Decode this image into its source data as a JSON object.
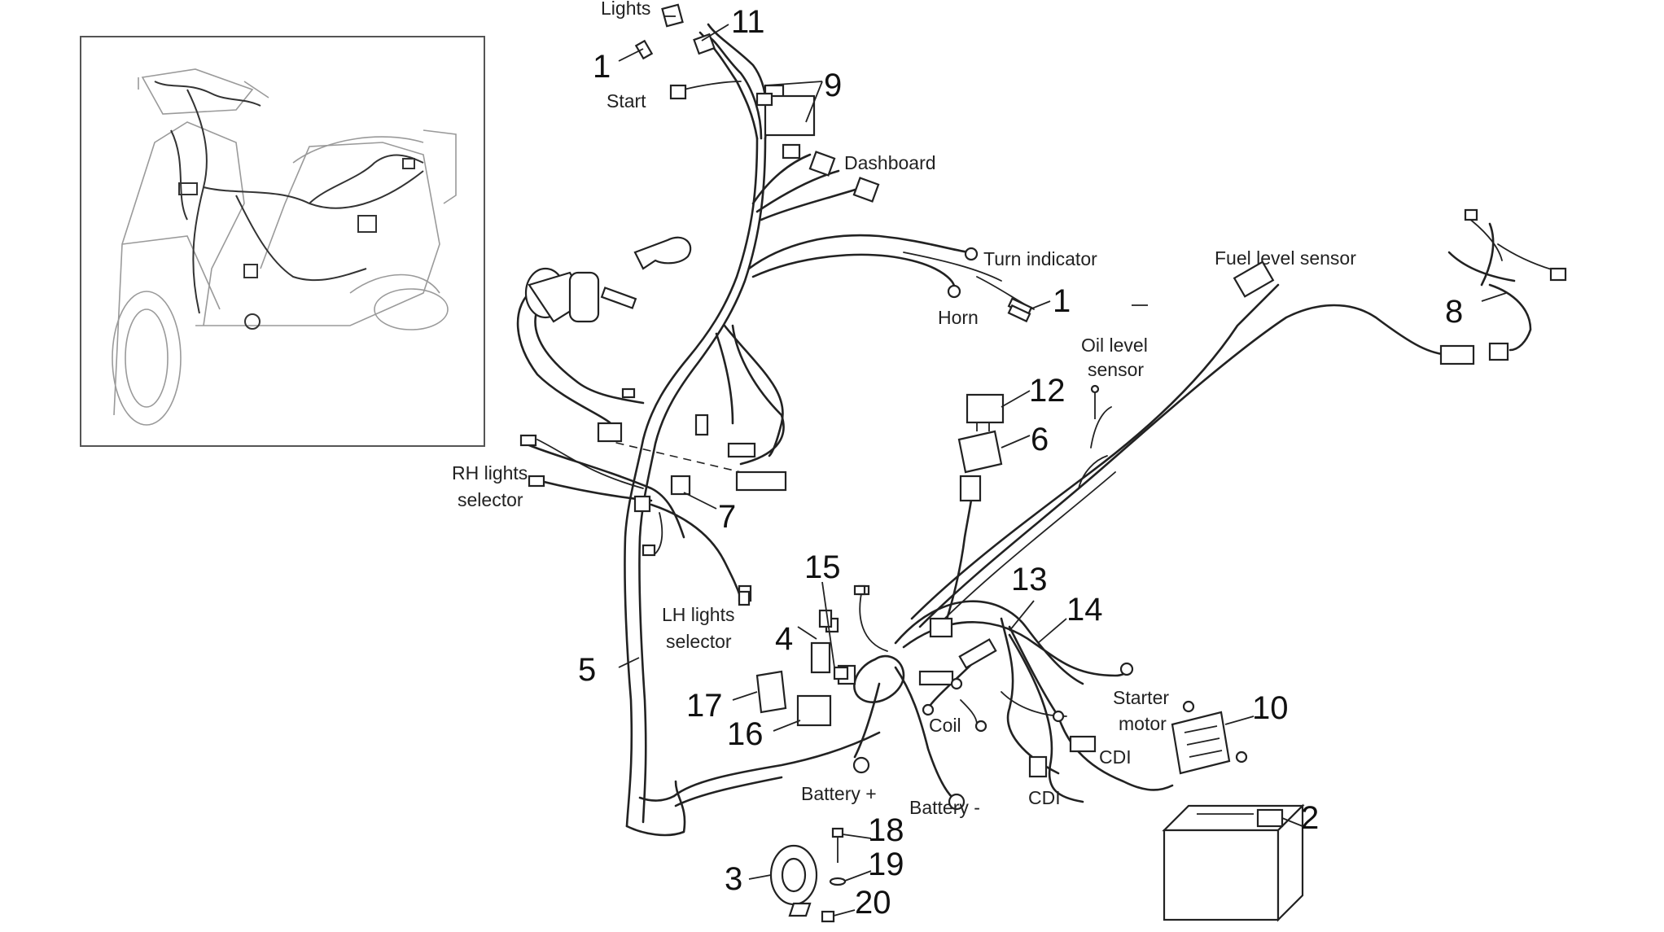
{
  "labels": {
    "lights": "Lights",
    "start": "Start",
    "dashboard": "Dashboard",
    "turn_indicator": "Turn indicator",
    "horn": "Horn",
    "fuel_level_sensor": "Fuel level sensor",
    "oil_level_sensor_line1": "Oil level",
    "oil_level_sensor_line2": "sensor",
    "rh_lights_selector_line1": "RH lights",
    "rh_lights_selector_line2": "selector",
    "lh_lights_selector_line1": "LH lights",
    "lh_lights_selector_line2": "selector",
    "coil": "Coil",
    "starter_motor_line1": "Starter",
    "starter_motor_line2": "motor",
    "cdi_upper": "CDI",
    "cdi_lower": "CDI",
    "battery_plus": "Battery +",
    "battery_minus": "Battery -"
  },
  "callouts": {
    "c1_top": "1",
    "c1_right": "1",
    "c2": "2",
    "c3": "3",
    "c4": "4",
    "c5": "5",
    "c6": "6",
    "c7": "7",
    "c8": "8",
    "c9": "9",
    "c10": "10",
    "c11": "11",
    "c12": "12",
    "c13": "13",
    "c14": "14",
    "c15": "15",
    "c16": "16",
    "c17": "17",
    "c18": "18",
    "c19": "19",
    "c20": "20"
  }
}
